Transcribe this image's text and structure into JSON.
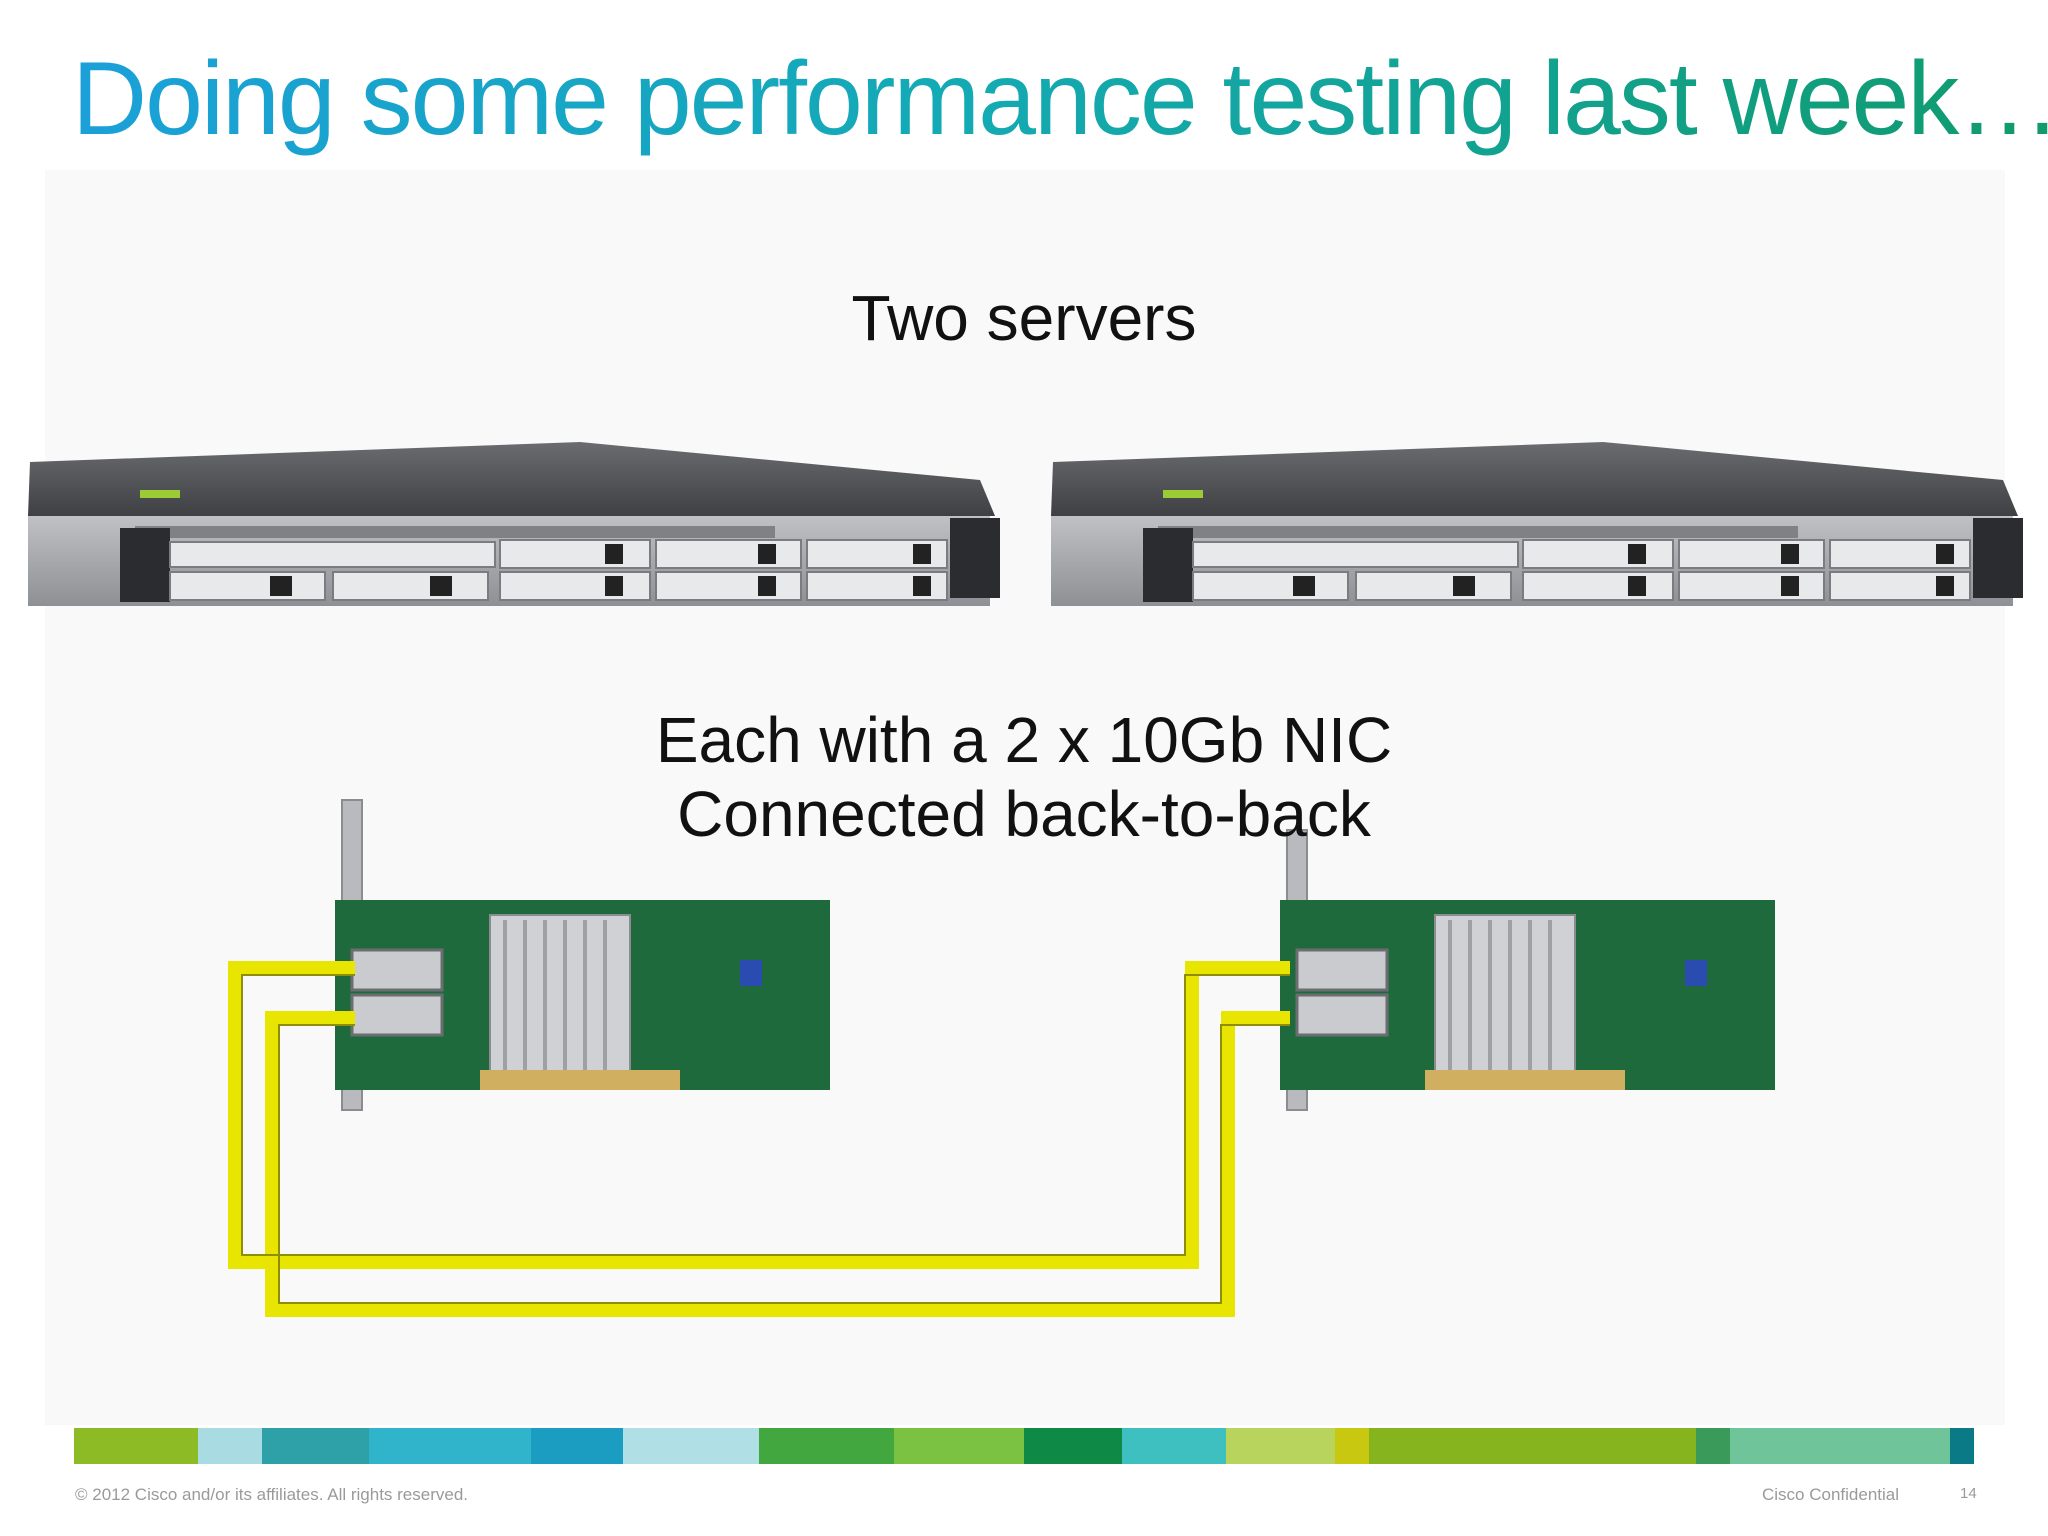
{
  "slide": {
    "title": "Doing some performance testing last week…",
    "captions": {
      "servers": "Two servers",
      "nic_line1": "Each with a 2 x 10Gb NIC",
      "nic_line2": "Connected back-to-back"
    },
    "images": {
      "server_left": "rack-server-image",
      "server_right": "rack-server-image",
      "nic_left": "dual-port-10gb-nic-image",
      "nic_right": "dual-port-10gb-nic-image",
      "cables": "yellow-network-cables"
    },
    "footer": {
      "copyright": "© 2012 Cisco and/or its affiliates. All rights reserved.",
      "confidential": "Cisco Confidential",
      "page_number": "14"
    },
    "colors": {
      "title_gradient": [
        "#1ba0d9",
        "#14aab4",
        "#109a6c"
      ],
      "cable": "#e8e600",
      "pcb": "#1f6a3c"
    },
    "color_bar": [
      {
        "color": "#8cbb26",
        "w": 124
      },
      {
        "color": "#a8dce2",
        "w": 64
      },
      {
        "color": "#2da0a8",
        "w": 108
      },
      {
        "color": "#2fb4cc",
        "w": 162
      },
      {
        "color": "#1b9dc2",
        "w": 92
      },
      {
        "color": "#b0e0e6",
        "w": 136
      },
      {
        "color": "#43a740",
        "w": 136
      },
      {
        "color": "#7cc242",
        "w": 130
      },
      {
        "color": "#0f8a46",
        "w": 98
      },
      {
        "color": "#3fc0c0",
        "w": 104
      },
      {
        "color": "#b8d45c",
        "w": 110
      },
      {
        "color": "#c8c810",
        "w": 34
      },
      {
        "color": "#86b41e",
        "w": 328
      },
      {
        "color": "#3a9a5a",
        "w": 34
      },
      {
        "color": "#70c49a",
        "w": 220
      },
      {
        "color": "#0a7a86",
        "w": 24
      }
    ]
  }
}
